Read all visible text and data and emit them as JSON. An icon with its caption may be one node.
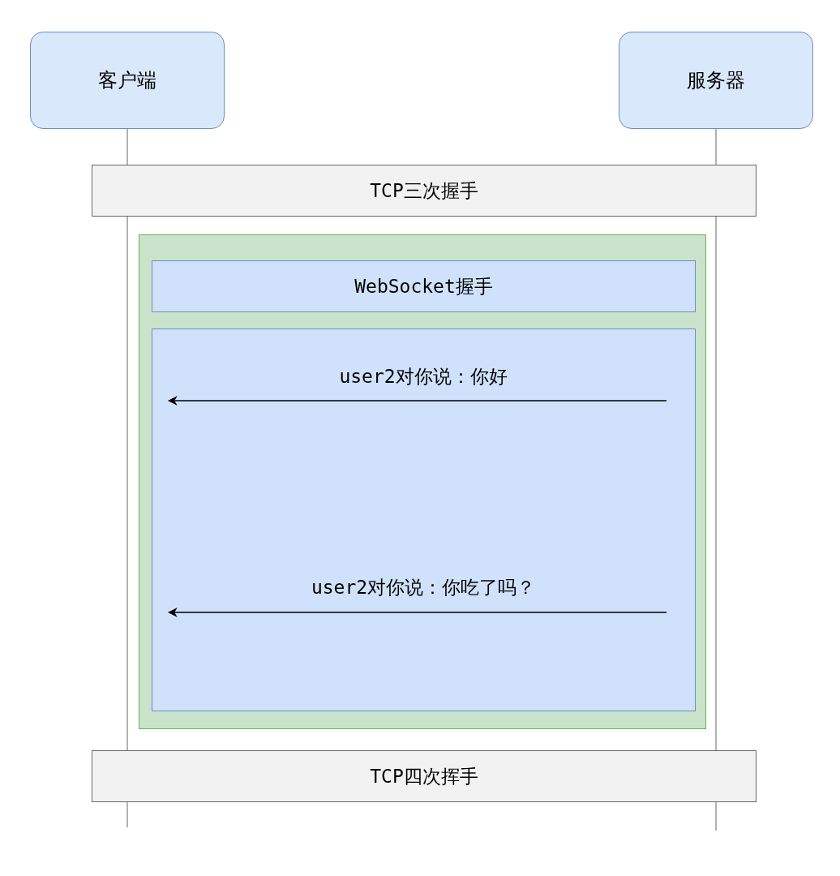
{
  "diagram": {
    "nodes": [
      {
        "text": [
          "客户端"
        ]
      },
      {
        "text": [
          "服务器"
        ]
      },
      {
        "text": [
          "TCP三次握手"
        ]
      },
      {
        "text": [],
        "shape": "box"
      },
      {
        "text": [
          "WebSocket握手"
        ],
        "in": 3
      },
      {
        "text": [],
        "shape": "box",
        "in": 3
      },
      {
        "text": [
          "TCP四次挥手"
        ]
      }
    ],
    "labels": [
      "user2对你说：你好",
      "user2对你说：你吃了吗？"
    ]
  }
}
